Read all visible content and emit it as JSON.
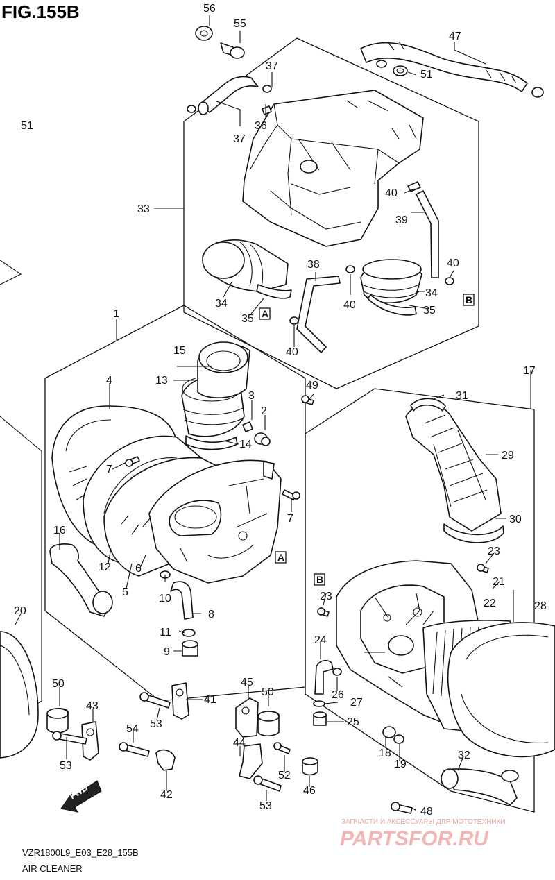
{
  "figure_title": "FIG.155B",
  "model_code": "VZR1800L9_E03_E28_155B",
  "section_name": "AIR CLEANER",
  "fwd_label": "FWD",
  "watermark_small": "ЗАПЧАСТИ И АКСЕССУАРЫ ДЛЯ МОТОТЕХНИКИ",
  "watermark_large": "PARTSFOR.RU",
  "callouts": {
    "c1": "1",
    "c2": "2",
    "c3": "3",
    "c4": "4",
    "c5": "5",
    "c6": "6",
    "c7a": "7",
    "c7b": "7",
    "c8": "8",
    "c9": "9",
    "c10": "10",
    "c11": "11",
    "c12": "12",
    "c13": "13",
    "c14": "14",
    "c15": "15",
    "c16": "16",
    "c17": "17",
    "c18": "18",
    "c19": "19",
    "c20": "20",
    "c21": "21",
    "c22": "22",
    "c23a": "23",
    "c23b": "23",
    "c24": "24",
    "c25": "25",
    "c26": "26",
    "c27": "27",
    "c28": "28",
    "c29": "29",
    "c30": "30",
    "c31": "31",
    "c32": "32",
    "c33": "33",
    "c34a": "34",
    "c34b": "34",
    "c35a": "35",
    "c35b": "35",
    "c36": "36",
    "c37a": "37",
    "c37b": "37",
    "c38": "38",
    "c39": "39",
    "c40a": "40",
    "c40b": "40",
    "c40c": "40",
    "c40d": "40",
    "c41": "41",
    "c42": "42",
    "c43": "43",
    "c44": "44",
    "c45": "45",
    "c46": "46",
    "c47": "47",
    "c48": "48",
    "c49": "49",
    "c50a": "50",
    "c50b": "50",
    "c51a": "51",
    "c51b": "51",
    "c52": "52",
    "c53a": "53",
    "c53b": "53",
    "c53c": "53",
    "c54": "54",
    "c55": "55",
    "c56": "56"
  },
  "refs": {
    "a1": "A",
    "a2": "A",
    "b1": "B",
    "b2": "B"
  }
}
